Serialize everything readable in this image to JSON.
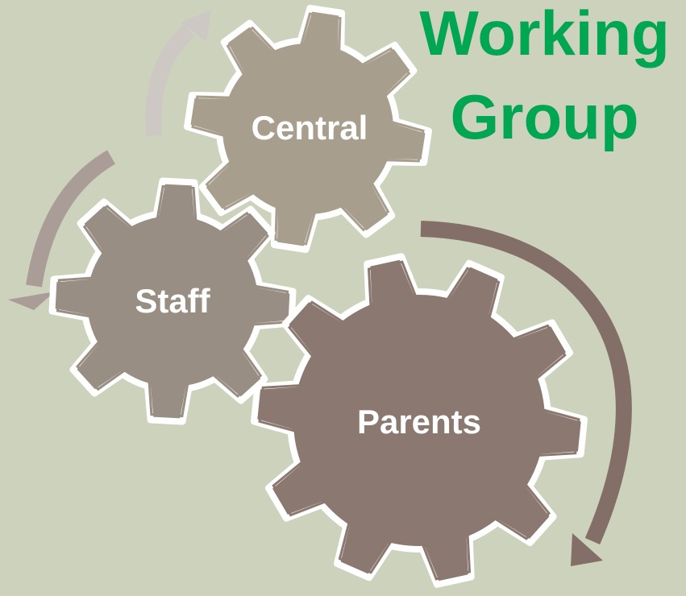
{
  "title": {
    "line1": "Working",
    "line2": "Group"
  },
  "gears": [
    {
      "id": "central",
      "label": "Central",
      "color": "#a89e8d"
    },
    {
      "id": "staff",
      "label": "Staff",
      "color": "#998e83"
    },
    {
      "id": "parents",
      "label": "Parents",
      "color": "#8b7870"
    }
  ],
  "arrows": [
    {
      "id": "top",
      "color": "#cdc8c3",
      "icon": "curved-arrow-icon"
    },
    {
      "id": "left",
      "color": "#aa9d98",
      "icon": "curved-arrow-icon"
    },
    {
      "id": "right",
      "color": "#836f67",
      "icon": "curved-arrow-icon"
    }
  ],
  "colors": {
    "background": "#ccd2bc",
    "title": "#00a651",
    "outline": "#ffffff"
  }
}
